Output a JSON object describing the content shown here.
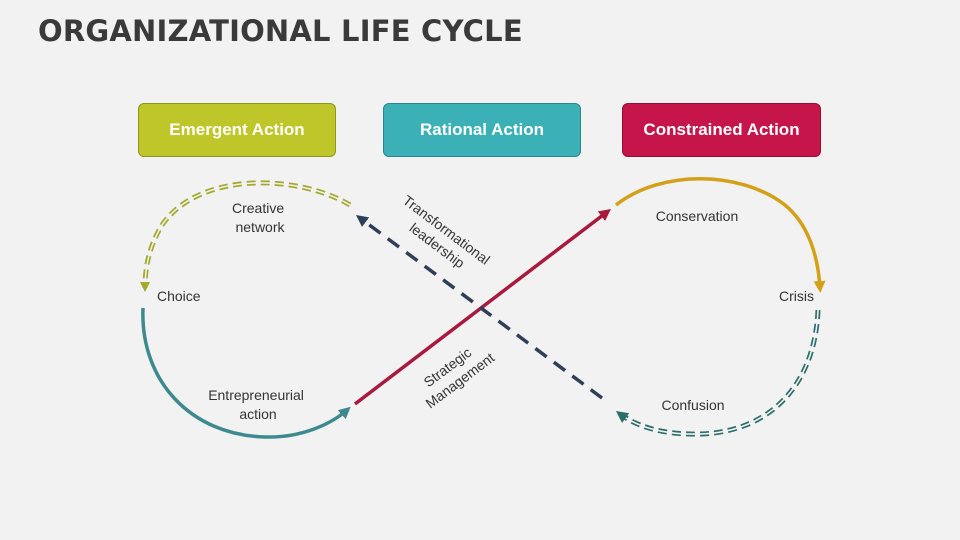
{
  "title": "ORGANIZATIONAL LIFE CYCLE",
  "actions": {
    "emergent": "Emergent Action",
    "rational": "Rational Action",
    "constrained": "Constrained Action"
  },
  "stages": {
    "creative_network": [
      "Creative",
      "network"
    ],
    "choice": "Choice",
    "entrepreneurial_action": [
      "Entrepreneurial",
      "action"
    ],
    "conservation": "Conservation",
    "crisis": "Crisis",
    "confusion": "Confusion"
  },
  "arrows": {
    "transformational_leadership": [
      "Transformational",
      "leadership"
    ],
    "strategic_management": [
      "Strategic",
      "Management"
    ]
  },
  "colors": {
    "emergent": "#bec62a",
    "rational": "#3cb0b7",
    "constrained": "#c5154a",
    "teal_curve": "#3d8a8e",
    "dashed_navy": "#2e3f57",
    "gold_curve": "#d4a017",
    "crimson_line": "#a8193d"
  }
}
